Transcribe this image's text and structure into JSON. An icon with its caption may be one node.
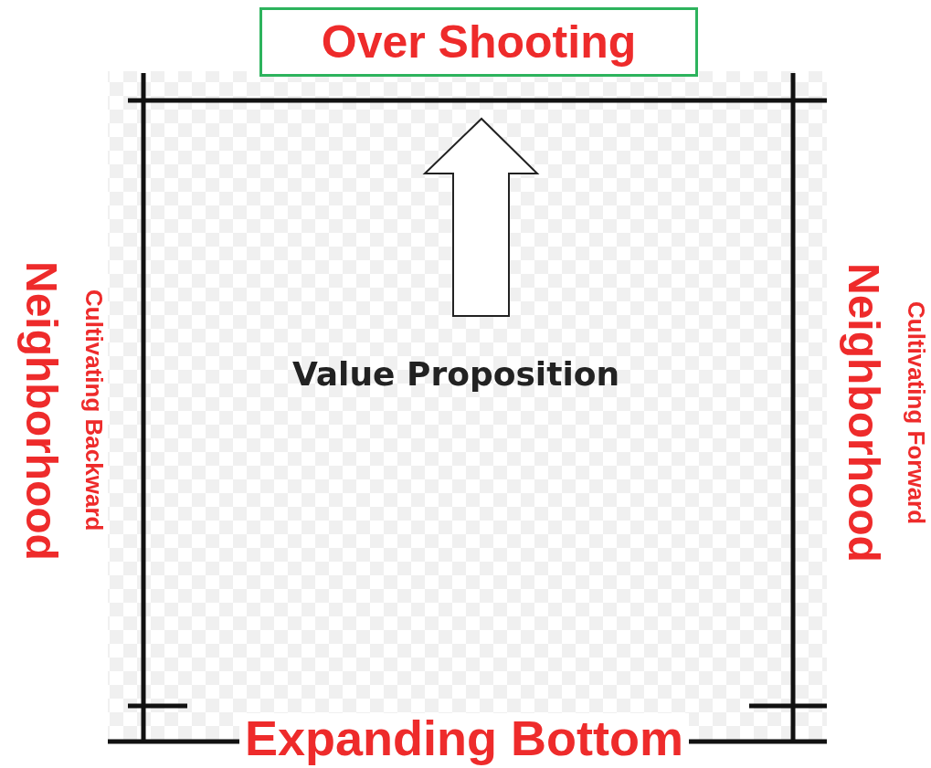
{
  "diagram": {
    "nodes": [
      {
        "text": [
          "Over Shooting"
        ]
      }
    ],
    "labels": [
      "Value Proposition",
      "Neighborhood",
      "Cultivating Backward",
      "Neighborhood",
      "Cultivating Forward",
      "Expanding Bottom"
    ]
  }
}
